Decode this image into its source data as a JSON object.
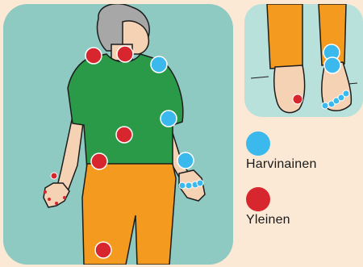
{
  "colors": {
    "rare": "#3bb9ec",
    "common": "#d7262e",
    "bg": "#fbe9d6",
    "panel": "#8ec9c2",
    "panel_light": "#b9e1dc",
    "shirt": "#2b9a48",
    "pants": "#f39a1f",
    "skin": "#f6d2b4",
    "hair": "#a7a7a7",
    "outline": "#1c1c1c"
  },
  "legend": {
    "rare": {
      "label": "Harvinainen",
      "icon": "blue-circle"
    },
    "common": {
      "label": "Yleinen",
      "icon": "red-circle"
    }
  },
  "figure": {
    "common_sites": [
      "neck",
      "left-shoulder",
      "belly",
      "left-hip",
      "left-knee",
      "left-fingertips"
    ],
    "rare_sites": [
      "right-shoulder",
      "right-elbow",
      "right-wrist",
      "right-fingers",
      "ankle",
      "toes"
    ]
  }
}
